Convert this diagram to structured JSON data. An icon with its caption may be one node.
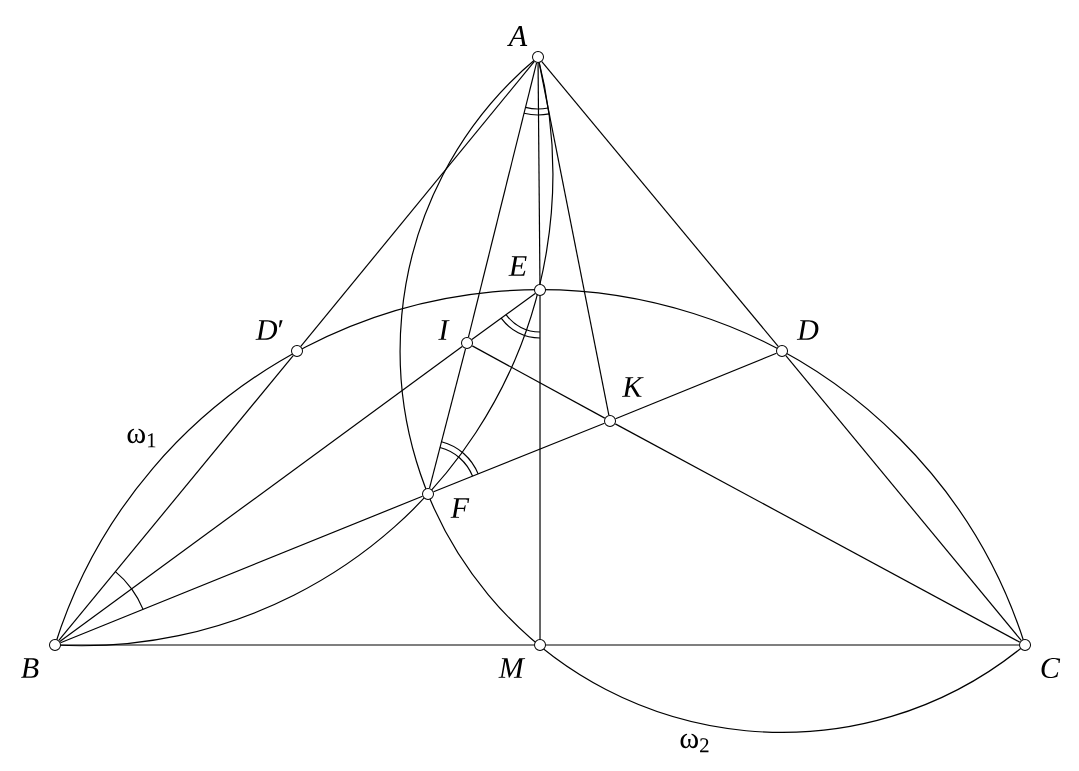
{
  "diagram": {
    "nodes": [
      {
        "text": [
          "*A*"
        ]
      },
      {
        "text": [
          "*E*"
        ]
      },
      {
        "text": [
          "*D*′"
        ]
      },
      {
        "text": [
          "*I*"
        ]
      },
      {
        "text": [
          "*D*"
        ]
      },
      {
        "text": [
          "*K*"
        ]
      },
      {
        "text": [
          "*F*"
        ]
      },
      {
        "text": [
          "*B*"
        ]
      },
      {
        "text": [
          "*M*"
        ]
      },
      {
        "text": [
          "*C*"
        ]
      }
    ],
    "edges": [
      {
        "from": 0,
        "to": 2,
        "arrow": "none"
      },
      {
        "from": 2,
        "to": 7,
        "arrow": "none"
      },
      {
        "from": 0,
        "to": 4,
        "arrow": "none"
      },
      {
        "from": 4,
        "to": 9,
        "arrow": "none"
      },
      {
        "from": 0,
        "to": 1,
        "arrow": "none"
      },
      {
        "from": 1,
        "to": 8,
        "arrow": "none"
      },
      {
        "from": 0,
        "to": 3,
        "arrow": "none"
      },
      {
        "from": 3,
        "to": 6,
        "arrow": "none"
      },
      {
        "from": 0,
        "to": 5,
        "arrow": "none"
      },
      {
        "from": 7,
        "to": 3,
        "arrow": "none"
      },
      {
        "from": 3,
        "to": 1,
        "arrow": "none"
      },
      {
        "from": 7,
        "to": 6,
        "arrow": "none"
      },
      {
        "from": 6,
        "to": 5,
        "arrow": "none"
      },
      {
        "from": 5,
        "to": 4,
        "arrow": "none"
      },
      {
        "from": 3,
        "to": 5,
        "arrow": "none"
      },
      {
        "from": 5,
        "to": 9,
        "arrow": "none"
      },
      {
        "from": 7,
        "to": 8,
        "arrow": "none"
      },
      {
        "from": 8,
        "to": 9,
        "arrow": "none"
      }
    ],
    "labels": [
      "ω$_{1}$",
      "ω$_{2}$"
    ]
  }
}
